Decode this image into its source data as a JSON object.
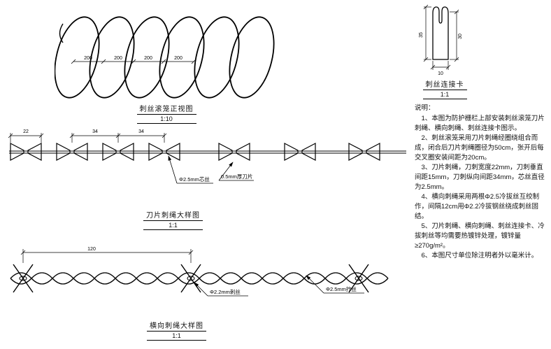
{
  "coil": {
    "title": "刺丝滚笼正视图",
    "scale": "1:10",
    "dims": [
      "200",
      "200",
      "200",
      "200"
    ]
  },
  "clip": {
    "title": "刺丝连接卡",
    "scale": "1:1",
    "dim_left": "35",
    "dim_right": "30",
    "dim_bottom": "10"
  },
  "blade": {
    "title": "刀片刺绳大样图",
    "scale": "1:1",
    "dim_width": "22",
    "dim_pitch1": "34",
    "dim_pitch2": "34",
    "label_core": "Φ2.5mm芯丝",
    "label_thickness": "0.5mm厚刀片"
  },
  "barbed": {
    "title": "横向刺绳大样图",
    "scale": "1:1",
    "dim_span": "120",
    "label_barb": "Φ2.2mm刺丝",
    "label_twist": "Φ2.5mm拧丝"
  },
  "notes": {
    "heading": "说明：",
    "items": [
      "1、本图为防护栅栏上部安装刺丝滚笼刀片刺绳、横向刺绳、刺丝连接卡图示。",
      "2、刺丝滚笼采用刀片刺绳经圈绕组合而成，闭合后刀片刺绳圈径为50cm，张开后每交叉圈安装间距为20cm。",
      "3、刀片刺绳，刀刺宽度22mm，刀刺垂直间距15mm，刀刺纵向间距34mm，芯丝直径为2.5mm。",
      "4、横向刺绳采用两根Φ2.5冷拔丝互绞制作，间隔12cm用Φ2.2冷拔钢丝绕成刺丝固结。",
      "5、刀片刺绳、横向刺绳、刺丝连接卡、冷拔刺丝等均需要热镀锌处理，镀锌量≥270g/m²。",
      "6、本图尺寸单位除注明者外以毫米计。"
    ]
  }
}
